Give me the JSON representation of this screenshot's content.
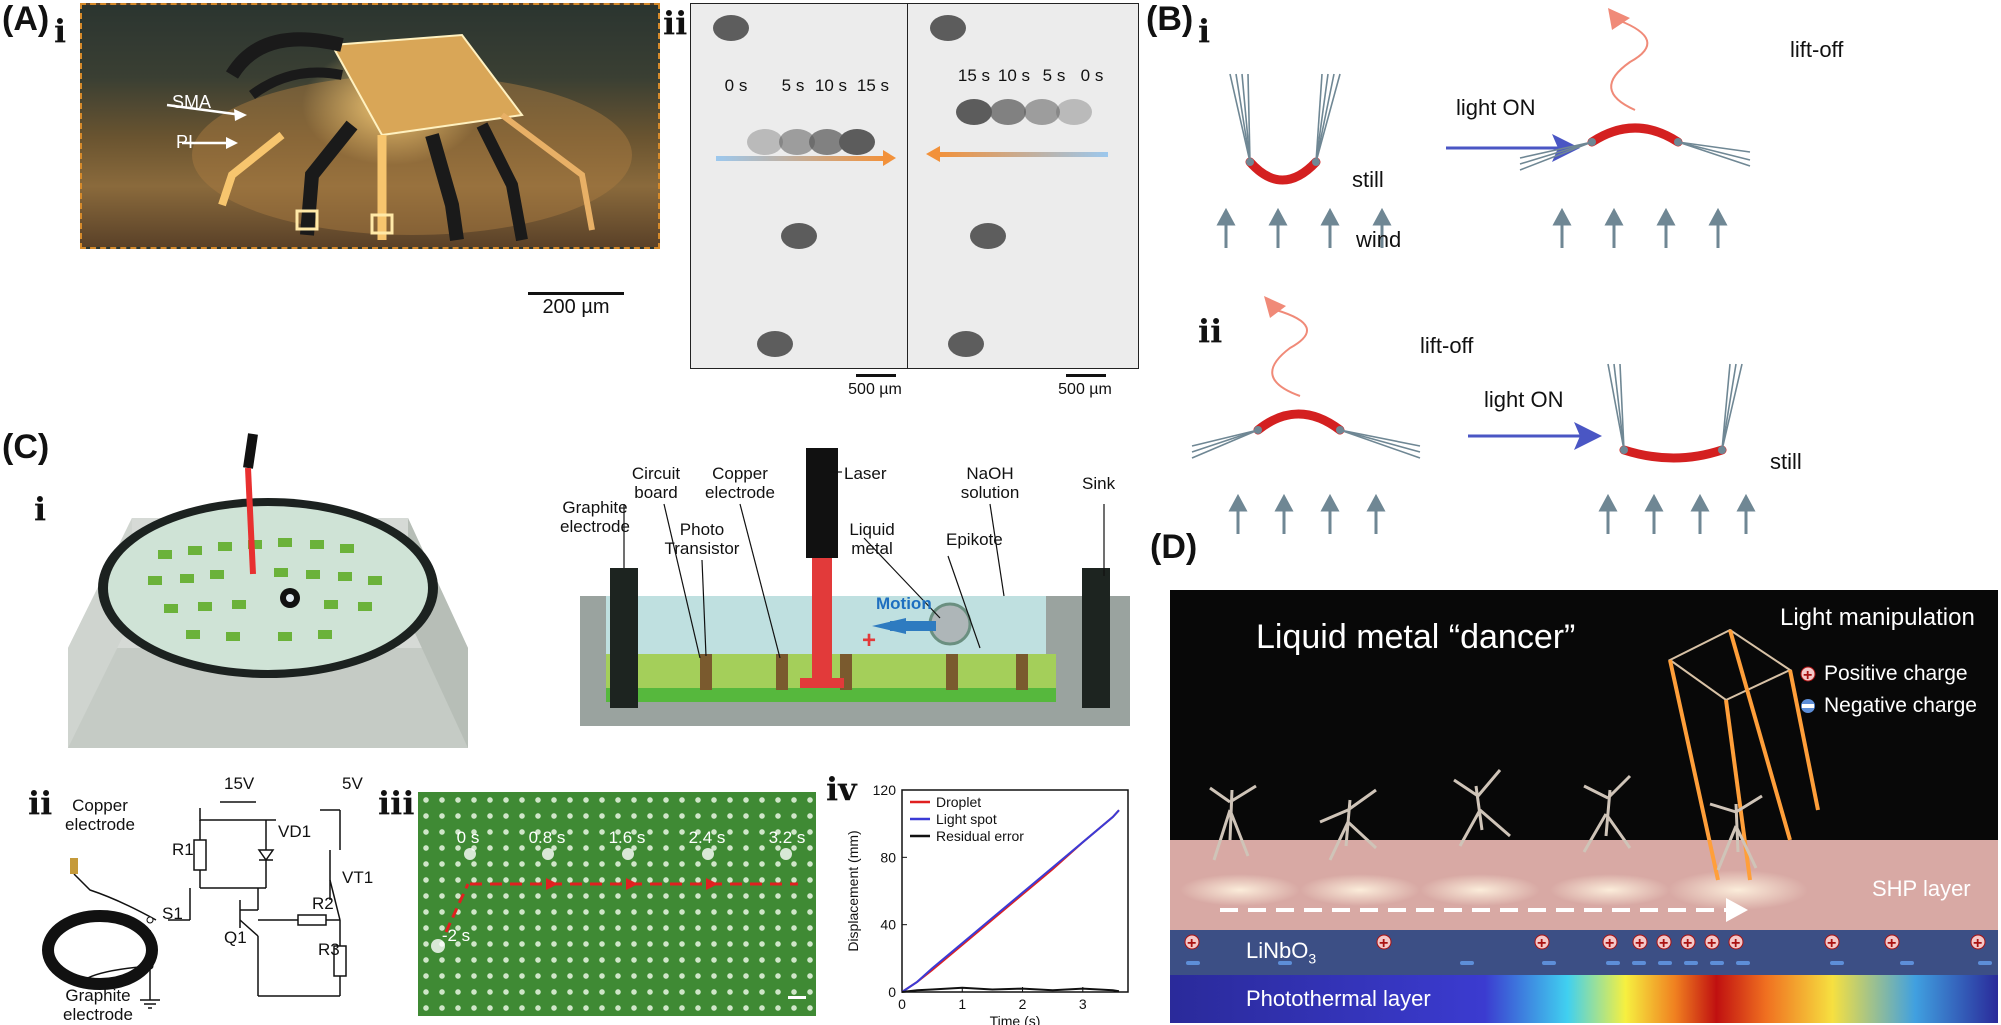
{
  "panel_A": {
    "label": "(A)",
    "sub_i": "i",
    "sub_ii": "ii",
    "sma": "SMA",
    "pi": "PI",
    "scale_main": "200 µm",
    "times_left": [
      "0 s",
      "5 s",
      "10 s",
      "15 s"
    ],
    "times_right": [
      "15 s",
      "10 s",
      "5 s",
      "0 s"
    ],
    "scale_ii": "500 µm"
  },
  "panel_B": {
    "label": "(B)",
    "sub_i": "i",
    "sub_ii": "ii",
    "light_on": "light ON",
    "lift_off": "lift-off",
    "still": "still",
    "wind": "wind"
  },
  "panel_C": {
    "label": "(C)",
    "sub_i": "i",
    "sub_ii": "ii",
    "sub_iii": "iii",
    "sub_iv": "iv",
    "cross_section": {
      "graphite_electrode": [
        "Graphite",
        "electrode"
      ],
      "circuit_board": [
        "Circuit",
        "board"
      ],
      "copper_electrode": [
        "Copper",
        "electrode"
      ],
      "photo_transistor": [
        "Photo",
        "Transistor"
      ],
      "laser": "Laser",
      "liquid_metal": [
        "Liquid",
        "metal"
      ],
      "naoh": [
        "NaOH",
        "solution"
      ],
      "epikote": "Epikote",
      "sink": "Sink",
      "motion": "Motion"
    },
    "circuit": {
      "copper_electrode": [
        "Copper",
        "electrode"
      ],
      "graphite_electrode": [
        "Graphite",
        "electrode"
      ],
      "v15": "15V",
      "v5": "5V",
      "r1": "R1",
      "r2": "R2",
      "r3": "R3",
      "vd1": "VD1",
      "vt1": "VT1",
      "s1": "S1",
      "q1": "Q1"
    },
    "iii_times": [
      "0 s",
      "0.8 s",
      "1.6 s",
      "2.4 s",
      "3.2 s"
    ],
    "iii_start": "-2 s"
  },
  "panel_D": {
    "label": "(D)",
    "title": "Liquid metal “dancer”",
    "light_manipulation": "Light manipulation",
    "positive": "Positive charge",
    "negative": "Negative charge",
    "shp": "SHP layer",
    "linbo3_main": "LiNbO",
    "linbo3_sub": "3",
    "photothermal": "Photothermal layer"
  },
  "chart_data": {
    "type": "line",
    "title": "",
    "xlabel": "Time (s)",
    "ylabel": "Displacement (mm)",
    "xlim": [
      0,
      3.75
    ],
    "ylim": [
      0,
      120
    ],
    "xticks": [
      0,
      1,
      2,
      3
    ],
    "yticks": [
      0,
      40,
      80,
      120
    ],
    "legend": "top-left",
    "series": [
      {
        "name": "Droplet",
        "color": "#e02020",
        "x": [
          0,
          0.25,
          0.5,
          1,
          1.5,
          2,
          2.5,
          3,
          3.5,
          3.6
        ],
        "values": [
          0,
          6,
          13,
          28,
          43,
          58,
          73,
          89,
          104,
          108
        ]
      },
      {
        "name": "Light spot",
        "color": "#3b3bd6",
        "x": [
          0,
          0.25,
          0.5,
          1,
          1.5,
          2,
          2.5,
          3,
          3.5,
          3.6
        ],
        "values": [
          0,
          6,
          14,
          29,
          44,
          59,
          74,
          89,
          104,
          108
        ]
      },
      {
        "name": "Residual error",
        "color": "#111111",
        "x": [
          0,
          0.25,
          0.5,
          1,
          1.5,
          2,
          2.5,
          3,
          3.5,
          3.6
        ],
        "values": [
          0,
          1,
          1.5,
          2.5,
          1.5,
          2,
          1,
          2,
          1,
          0.5
        ]
      }
    ]
  }
}
